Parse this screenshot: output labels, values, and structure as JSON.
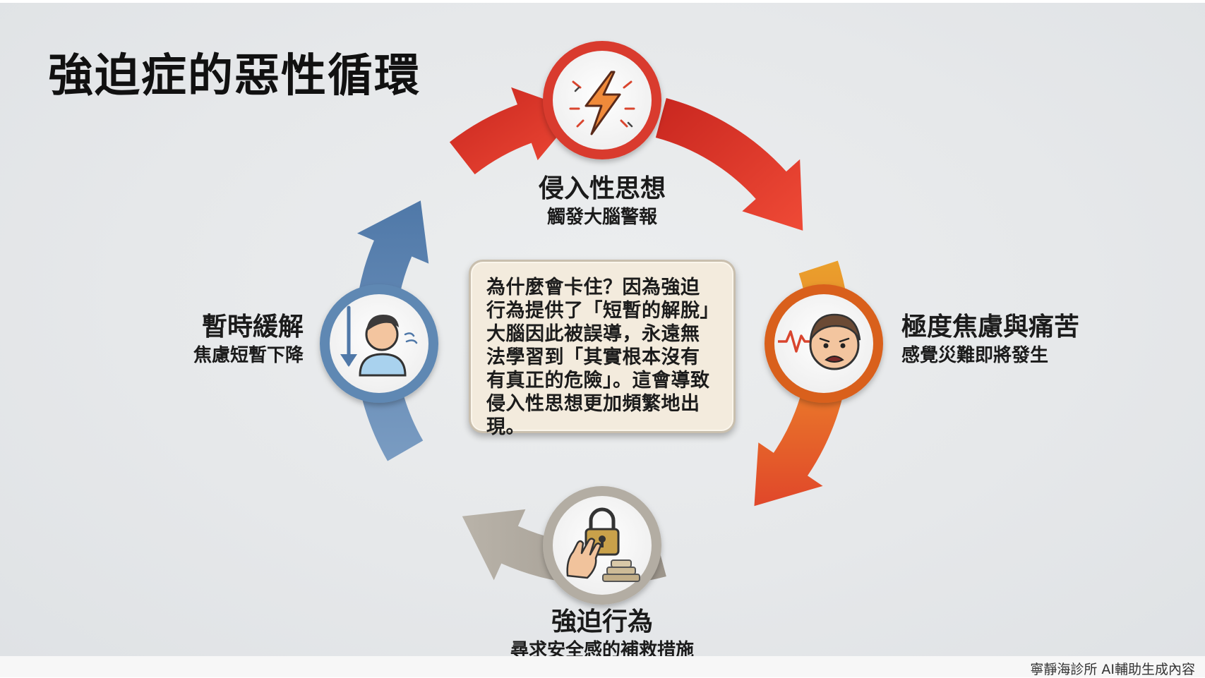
{
  "title": "強迫症的惡性循環",
  "nodes": [
    {
      "id": "intrusive",
      "title": "侵入性思想",
      "subtitle": "觸發大腦警報",
      "icon": "lightning-bolt-icon",
      "ring_color": "#d93b2e"
    },
    {
      "id": "anxiety",
      "title": "極度焦慮與痛苦",
      "subtitle": "感覺災難即將發生",
      "icon": "worried-face-icon",
      "ring_color": "#d9601f"
    },
    {
      "id": "compulsion",
      "title": "強迫行為",
      "subtitle": "尋求安全感的補救措施",
      "icon": "padlock-hand-icon",
      "ring_color": "#a8a39a"
    },
    {
      "id": "relief",
      "title": "暫時緩解",
      "subtitle": "焦慮短暫下降",
      "icon": "person-exhale-icon",
      "ring_color": "#5f88b3"
    }
  ],
  "center_text": "為什麼會卡住？因為強迫行為提供了「短暫的解脫」大腦因此被誤導，永遠無法學習到「其實根本沒有有真正的危險」。這會導致侵入性思想更加頻繁地出現。",
  "credit": "寧靜海診所 AI輔助生成內容",
  "colors": {
    "red": "#d93b2e",
    "orange": "#e8872a",
    "gray": "#a8a39a",
    "blue": "#5f88b3",
    "box_fill": "#f3ebdd"
  }
}
